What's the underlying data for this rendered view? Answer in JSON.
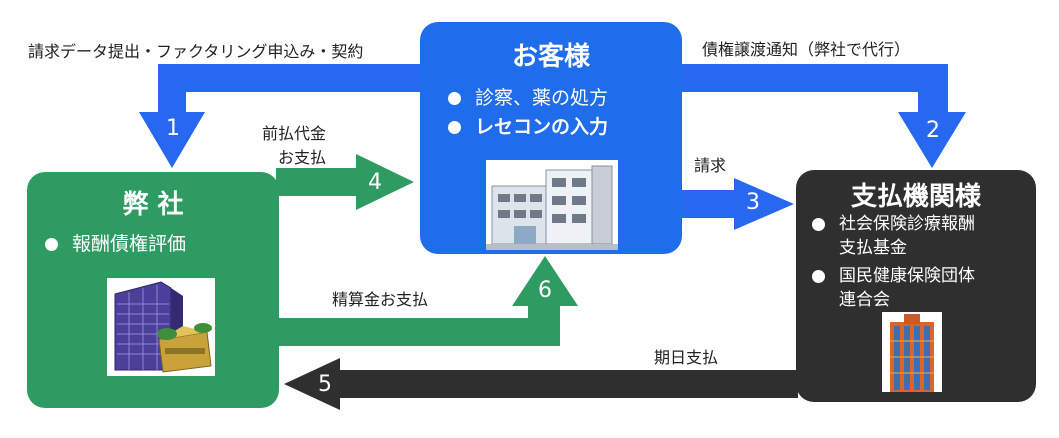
{
  "nodes": {
    "customer": {
      "title": "お客様",
      "items": [
        "診察、薬の処方",
        "レセコンの入力"
      ]
    },
    "company": {
      "title": "弊 社",
      "items": [
        "報酬債権評価"
      ]
    },
    "payer": {
      "title": "支払機関様",
      "items": [
        "社会保険診療報酬\n支払基金",
        "国民健康保険団体\n連合会"
      ]
    }
  },
  "flows": [
    {
      "number": "1",
      "label": "請求データ提出・ファクタリング申込み・契約"
    },
    {
      "number": "2",
      "label": "債権譲渡通知（弊社で代行）"
    },
    {
      "number": "3",
      "label": "請求"
    },
    {
      "number": "4",
      "label": "前払代金\n　お支払"
    },
    {
      "number": "5",
      "label": "期日支払"
    },
    {
      "number": "6",
      "label": "精算金お支払"
    }
  ],
  "colors": {
    "customer": "#1f6dea",
    "company": "#2e9b63",
    "payer": "#2f2f2f",
    "arrow_blue": "#2868f0",
    "arrow_green": "#2e9b63",
    "arrow_dark": "#2f2f2f"
  },
  "icons": {
    "customer": "clinic-building-icon",
    "company": "office-building-icon",
    "payer": "tower-building-icon"
  }
}
